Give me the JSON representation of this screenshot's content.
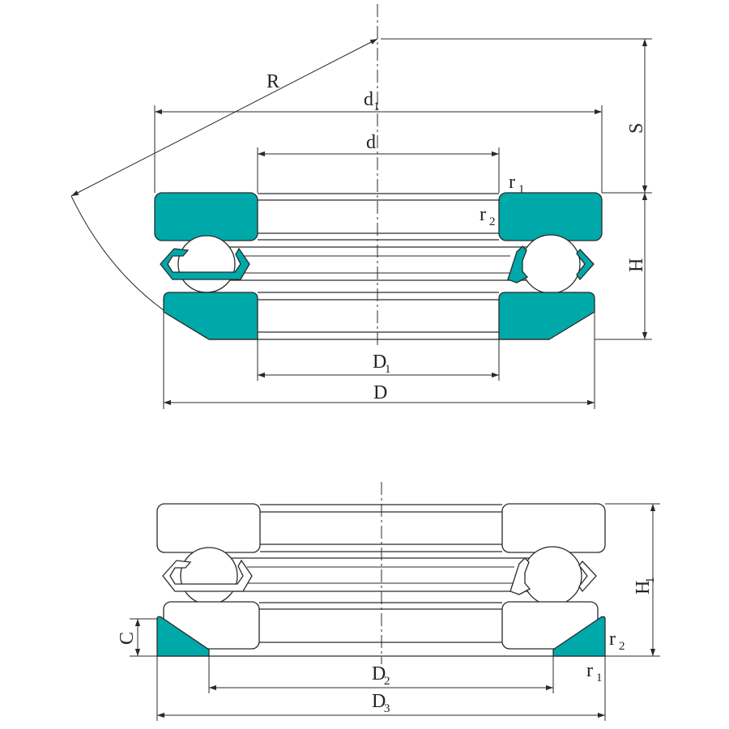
{
  "top_view": {
    "labels": {
      "R": "R",
      "d1": {
        "main": "d",
        "sub": "1"
      },
      "d": "d",
      "r1": {
        "main": "r",
        "sub": "1"
      },
      "r2": {
        "main": "r",
        "sub": "2"
      },
      "S": "S",
      "H": "H",
      "D1": {
        "main": "D",
        "sub": "1"
      },
      "D": "D"
    }
  },
  "bottom_view": {
    "labels": {
      "H1": {
        "main": "H",
        "sub": "1"
      },
      "C": "C",
      "r2": {
        "main": "r",
        "sub": "2"
      },
      "r1": {
        "main": "r",
        "sub": "1"
      },
      "D2": {
        "main": "D",
        "sub": "2"
      },
      "D3": {
        "main": "D",
        "sub": "3"
      }
    }
  },
  "colors": {
    "section_fill": "#00a9a9",
    "line": "#2a2a2a",
    "background": "#ffffff"
  }
}
